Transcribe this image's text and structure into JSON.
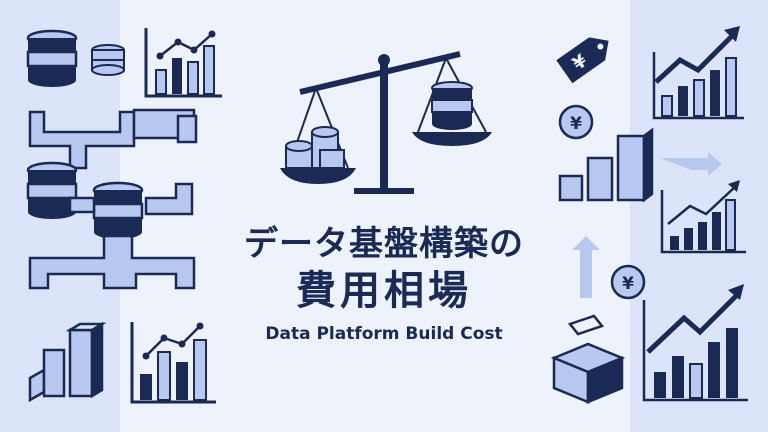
{
  "title": {
    "line1": "データ基盤構築の",
    "line2": "費用相場",
    "subtitle": "Data Platform Build Cost"
  },
  "icons": {
    "coin_symbol": "¥",
    "tag_symbol": "¥"
  },
  "colors": {
    "navy": "#1a2a55",
    "light_blue": "#b9c8ee",
    "panel": "#dbe4f8",
    "background": "#eef2fb"
  }
}
